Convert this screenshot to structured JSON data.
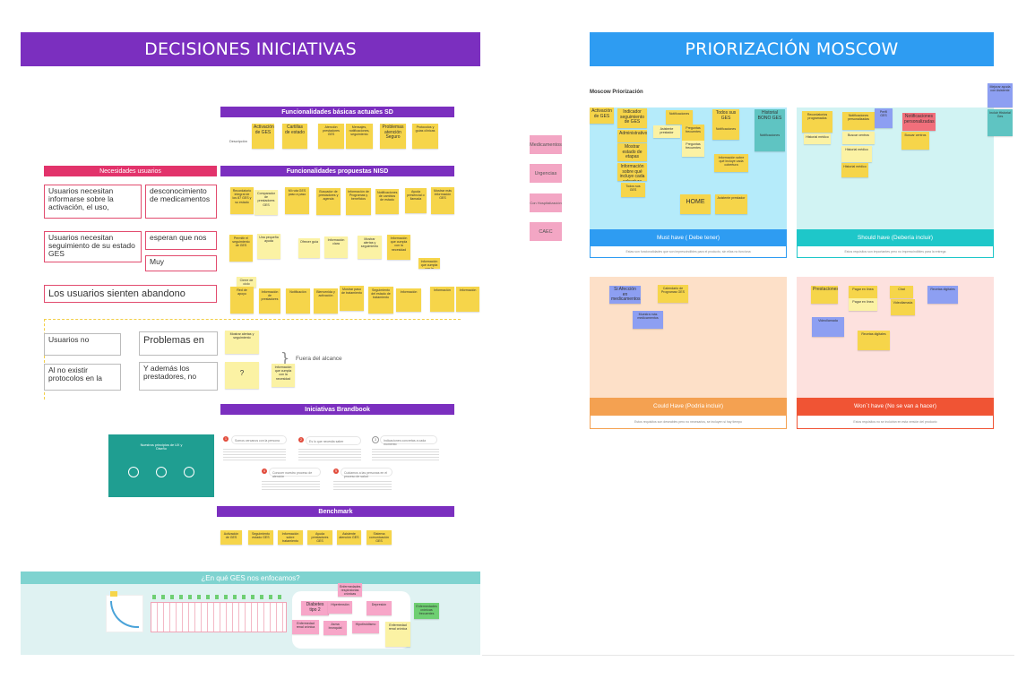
{
  "left_banner": {
    "title": "DECISIONES INICIATIVAS",
    "color": "#7b2fbf"
  },
  "right_banner": {
    "title": "PRIORIZACIÓN MOSCOW",
    "color": "#2e9cf2"
  },
  "headers": {
    "funcionalidades_basicas": "Funcionalidades básicas actuales SD",
    "necesidades_usuarios": "Necesidades usuarios",
    "funcionalidades_propuestas": "Funcionalidades propuestas NISD",
    "iniciativas_brandbook": "Iniciativas Brandbook",
    "benchmark": "Benchmark"
  },
  "descripcion_label": "Descripción",
  "basic_stickies": [
    "Activación de GES",
    "Cartillas de estado",
    "Atención prestadores GES",
    "Mensajes, notificaciones, seguimiento",
    "Problemas atención Seguro",
    "Protocolos y guías clínicas"
  ],
  "needs": [
    {
      "left": "Usuarios necesitan informarse sobre la activación,  el uso,",
      "right": "desconocimiento de medicamentos"
    },
    {
      "left": "Usuarios necesitan seguimiento de su estado GES",
      "right": "esperan que nos",
      "extra": "Muy"
    },
    {
      "left": "Los usuarios sienten abandono",
      "right": ""
    },
    {
      "left": "Usuarios no",
      "right": "Problemas en"
    },
    {
      "left": "Al no existir protocolos en la",
      "right": "Y además los prestadores, no"
    }
  ],
  "fuera_alcance": "Fuera del alcance",
  "question_sticky": "?",
  "proposed_row1": [
    "Recordatorio integral de los 87 GES y su estado",
    "Comparador de prestadores GES",
    "Mi ruta GES paso a paso",
    "Buscador de prestadores y agenda",
    "Información de Programas y beneficios",
    "Notificaciones de cambios de estado",
    "Ayuda presencial o llamada",
    "Mostrar más información GES"
  ],
  "proposed_row2": [
    "Permitir el seguimiento de GES",
    "Una pequeña ayuda",
    "Ofrecer guía",
    "Información clara",
    "Mostrar alertas y seguimiento",
    "Información que cumpla con la necesidad"
  ],
  "proposed_row3": [
    "Cierre de ciclo",
    "Red de apoyo",
    "Información de prestadores",
    "Notificación",
    "Bienvenida y activación",
    "Mostrar paso de tratamiento",
    "Seguimiento del estado de tratamiento",
    "Información"
  ],
  "brandbook": {
    "card_title": "Nuestros principios de UX y Diseño",
    "items": [
      "Somos cercanos con la persona",
      "Es lo que necesita saber",
      "Indicaciones concretas a cada momento",
      "Conocer nuestro proceso de atención",
      "Cuidamos a las personas en el proceso de salud"
    ]
  },
  "benchmark_items": [
    "Activación de GES",
    "Seguimiento estado GES",
    "Información sobre tratamiento",
    "Ayuda prestadores GES",
    "Asistente atención GES",
    "Sistema comunicación GES"
  ],
  "ges_section": {
    "title": "¿En qué GES nos enfocamos?",
    "color": "#7fd3d0",
    "bubbles": [
      "Diabetes tipo 2",
      "Hipertensión",
      "Depresión",
      "Asma bronquial",
      "Hipotiroidismo",
      "Enfermedades respiratorias crónicas",
      "Enfermedad renal crónica"
    ],
    "green_note": "Enfermedades crónicas frecuentes"
  },
  "middle_chips": [
    "Medicamentos",
    "Urgencias",
    "Con Hospitalización",
    "CAEC"
  ],
  "moscow": {
    "label": "Moscow Priorización",
    "must_title": "Must have ( Debe tener)",
    "should_title": "Should have (Debería incluir)",
    "could_title": "Could Have (Podría incluir)",
    "wont_title": "Won´t have (No se van a hacer)",
    "must_desc": "Estas son funcionalidades que son imprescindibles para el producto, sin ellas no funciona",
    "should_desc": "Estos requisitos son importantes pero no imprescindibles para la entrega",
    "could_desc": "Estos requisitos son deseables pero no necesarios, se incluyen si hay tiempo",
    "wont_desc": "Estos requisitos no se incluirán en esta versión del producto",
    "must_notes": [
      "Activación de GES",
      "Indicador seguimiento de GES",
      "Administrativo",
      "Historial BONO GES",
      "Mostrar estado de etapas",
      "Información sobre qué incluye cada cobertura",
      "HOME",
      "Asistente prestador",
      "Notificaciones",
      "Preguntas frecuentes",
      "Todos sus GES"
    ],
    "should_notes": [
      "Recordatorios programados",
      "Notificaciones personalizadas",
      "Perfil GES",
      "Buscar centros",
      "Historial médico"
    ],
    "could_notes": [
      "Si Afección en medicamentos",
      "Muestra más medicamentos",
      "Calendario de Programas GES"
    ],
    "wont_notes": [
      "Prestaciones",
      "Pagar en línea",
      "Chat",
      "Videollamada",
      "Recetas digitales"
    ],
    "side_notes": [
      "Mejorar ayuda con Asistente",
      "Incluir Historial Ges"
    ]
  }
}
